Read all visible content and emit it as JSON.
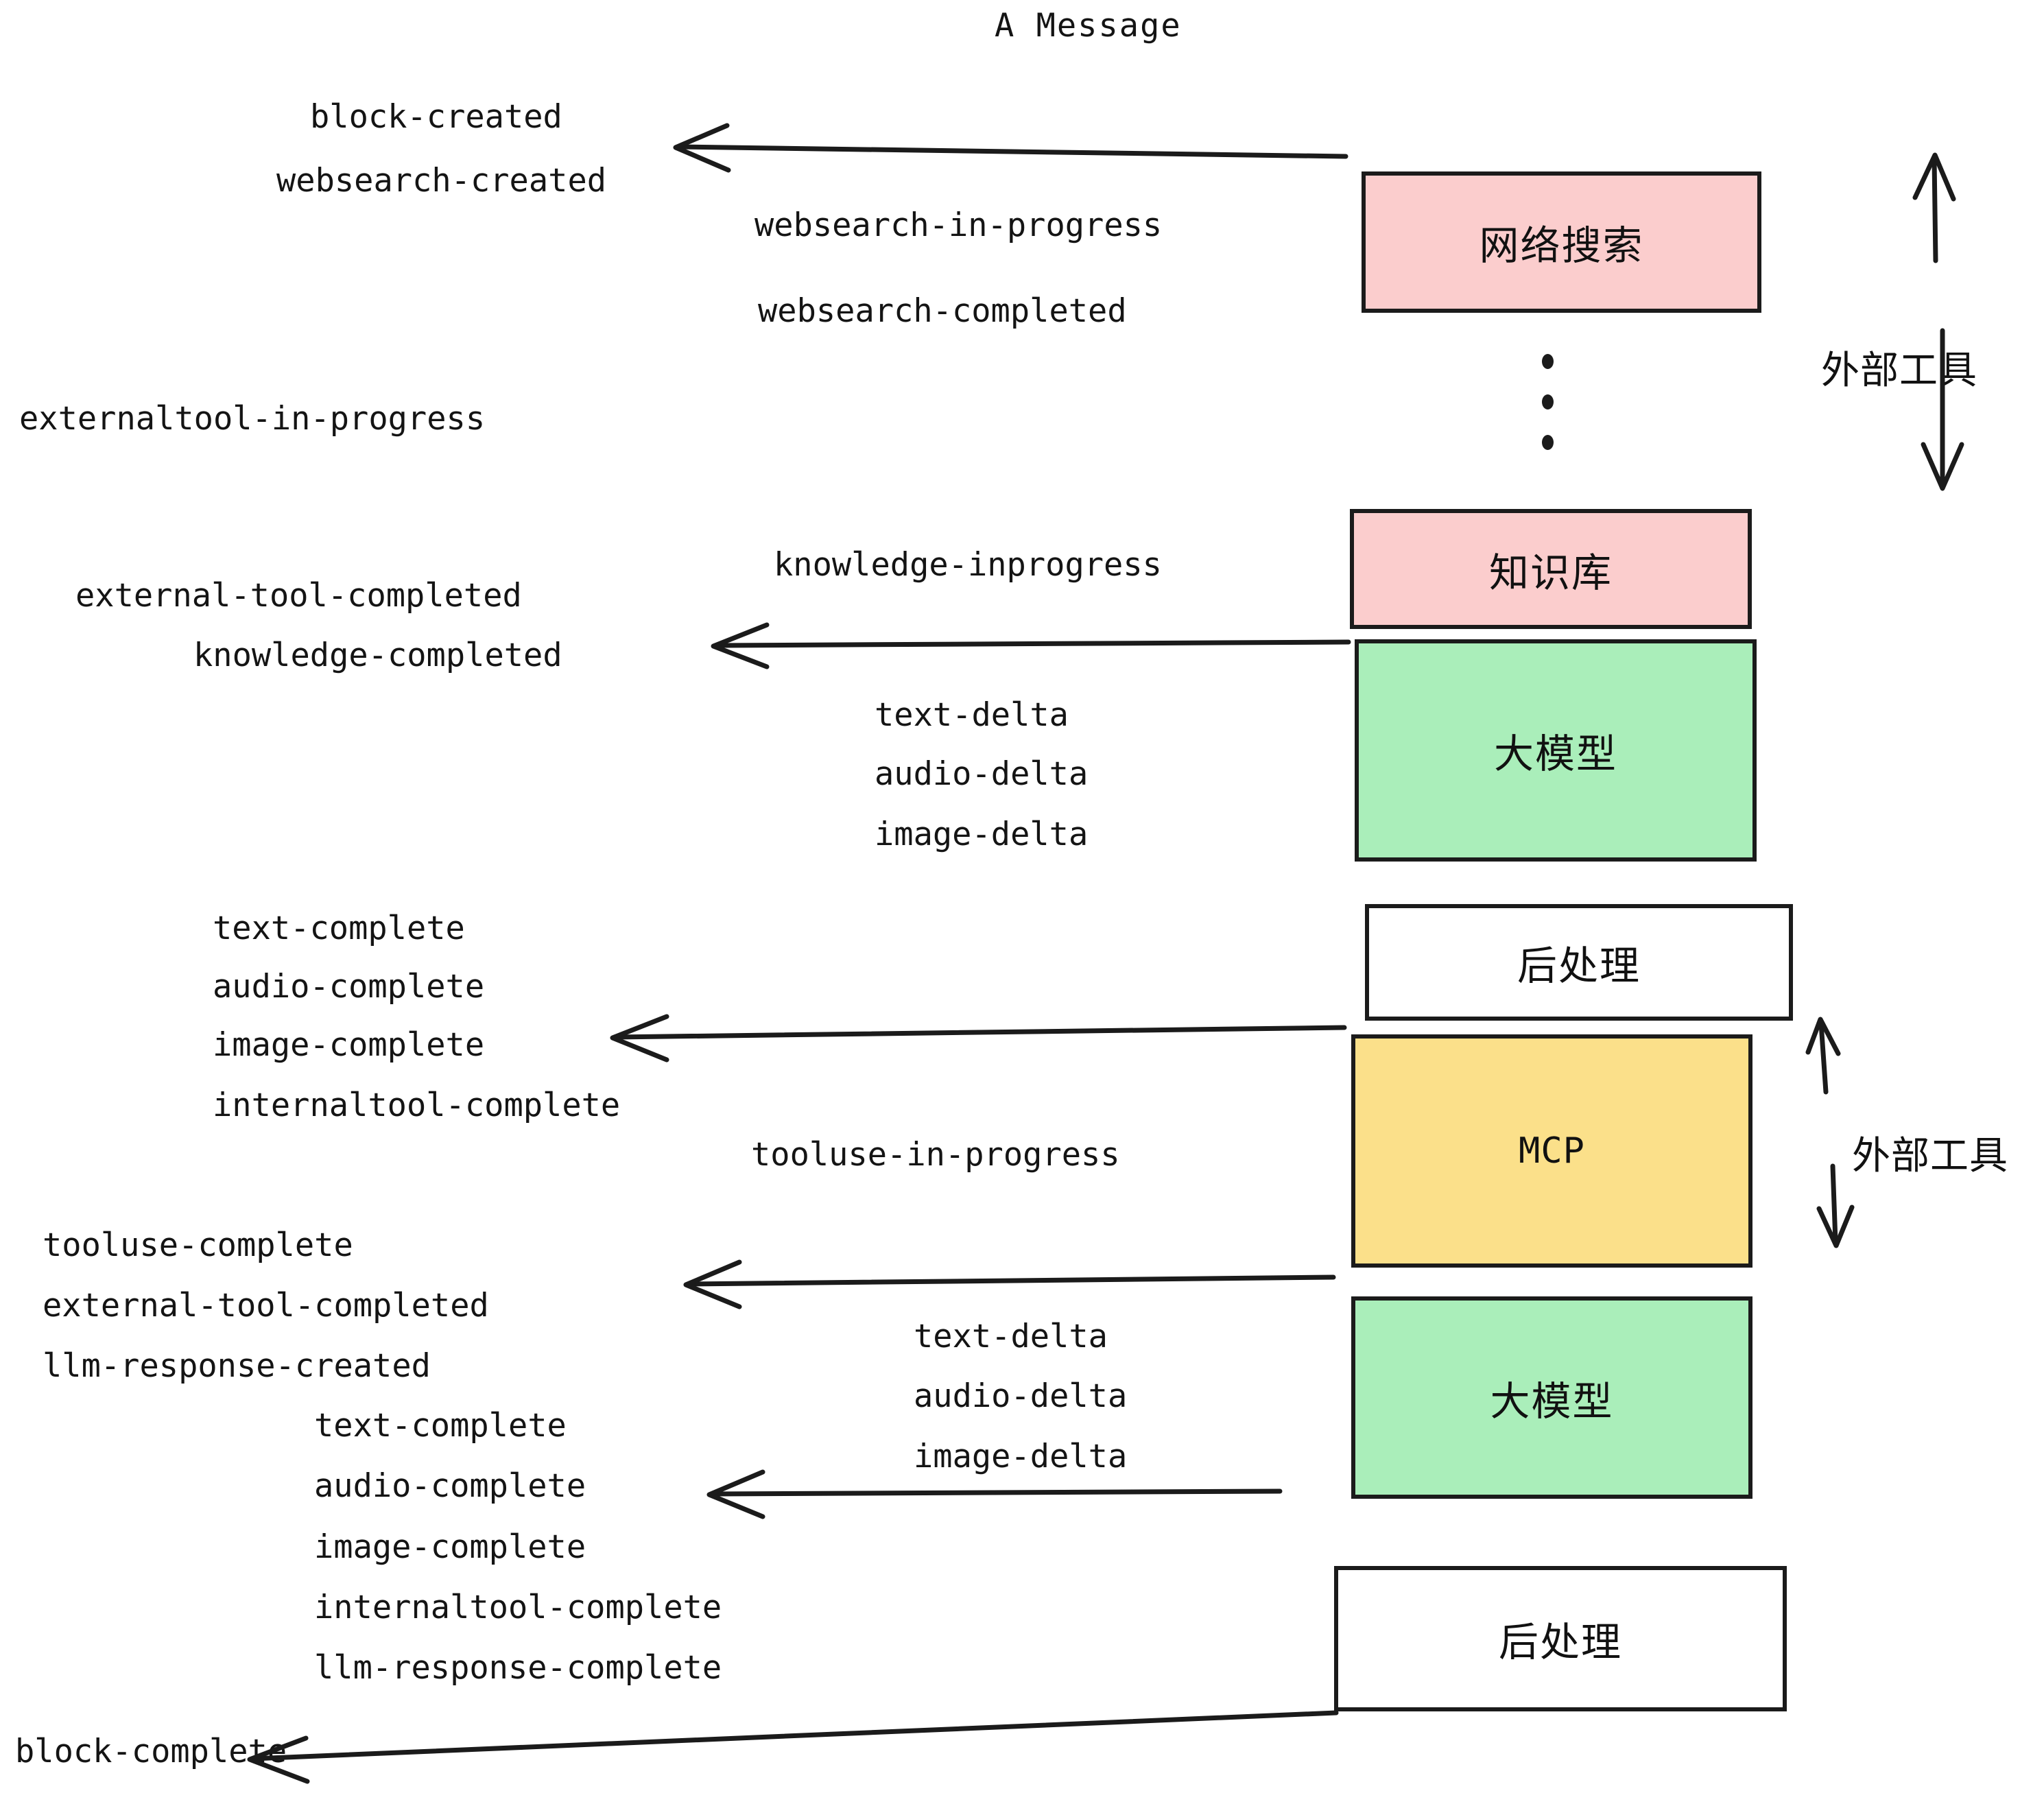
{
  "title": "A Message",
  "colors": {
    "pink": "#fbcdcd",
    "green": "#aaeeba",
    "yellow": "#fbe08a",
    "white": "#ffffff",
    "stroke": "#1b1b1b",
    "text": "#141414"
  },
  "boxes": [
    {
      "id": "websearch",
      "label": "网络搜索",
      "fill": "#fbcdcd",
      "kind": "cjk"
    },
    {
      "id": "knowledge",
      "label": "知识库",
      "fill": "#fbcdcd",
      "kind": "cjk"
    },
    {
      "id": "llm-top",
      "label": "大模型",
      "fill": "#aaeeba",
      "kind": "cjk"
    },
    {
      "id": "postprocess-top",
      "label": "后处理",
      "fill": "#ffffff",
      "kind": "cjk"
    },
    {
      "id": "mcp",
      "label": "MCP",
      "fill": "#fbe08a",
      "kind": "latin"
    },
    {
      "id": "llm-bottom",
      "label": "大模型",
      "fill": "#aaeeba",
      "kind": "cjk"
    },
    {
      "id": "postprocess-bottom",
      "label": "后处理",
      "fill": "#ffffff",
      "kind": "cjk"
    }
  ],
  "side_labels": [
    {
      "id": "external-tool-top",
      "text": "外部工具"
    },
    {
      "id": "external-tool-bottom",
      "text": "外部工具"
    }
  ],
  "events": [
    {
      "id": "block-created",
      "text": "block-created"
    },
    {
      "id": "websearch-created",
      "text": "websearch-created"
    },
    {
      "id": "websearch-in-progress",
      "text": "websearch-in-progress"
    },
    {
      "id": "websearch-completed",
      "text": "websearch-completed"
    },
    {
      "id": "externaltool-in-progress",
      "text": "externaltool-in-progress"
    },
    {
      "id": "knowledge-inprogress",
      "text": "knowledge-inprogress"
    },
    {
      "id": "external-tool-completed-1",
      "text": "external-tool-completed"
    },
    {
      "id": "knowledge-completed",
      "text": "knowledge-completed"
    },
    {
      "id": "text-delta-1",
      "text": "text-delta"
    },
    {
      "id": "audio-delta-1",
      "text": "audio-delta"
    },
    {
      "id": "image-delta-1",
      "text": "image-delta"
    },
    {
      "id": "text-complete-1",
      "text": "text-complete"
    },
    {
      "id": "audio-complete-1",
      "text": "audio-complete"
    },
    {
      "id": "image-complete-1",
      "text": "image-complete"
    },
    {
      "id": "internaltool-complete-1",
      "text": "internaltool-complete"
    },
    {
      "id": "tooluse-in-progress",
      "text": "tooluse-in-progress"
    },
    {
      "id": "tooluse-complete",
      "text": "tooluse-complete"
    },
    {
      "id": "external-tool-completed-2",
      "text": "external-tool-completed"
    },
    {
      "id": "llm-response-created",
      "text": "llm-response-created"
    },
    {
      "id": "text-delta-2",
      "text": "text-delta"
    },
    {
      "id": "audio-delta-2",
      "text": "audio-delta"
    },
    {
      "id": "image-delta-2",
      "text": "image-delta"
    },
    {
      "id": "text-complete-2",
      "text": "text-complete"
    },
    {
      "id": "audio-complete-2",
      "text": "audio-complete"
    },
    {
      "id": "image-complete-2",
      "text": "image-complete"
    },
    {
      "id": "internaltool-complete-2",
      "text": "internaltool-complete"
    },
    {
      "id": "llm-response-complete",
      "text": "llm-response-complete"
    },
    {
      "id": "block-complete",
      "text": "block-complete"
    }
  ],
  "ellipsis": {
    "id": "vertical-ellipsis",
    "dots": 3
  }
}
